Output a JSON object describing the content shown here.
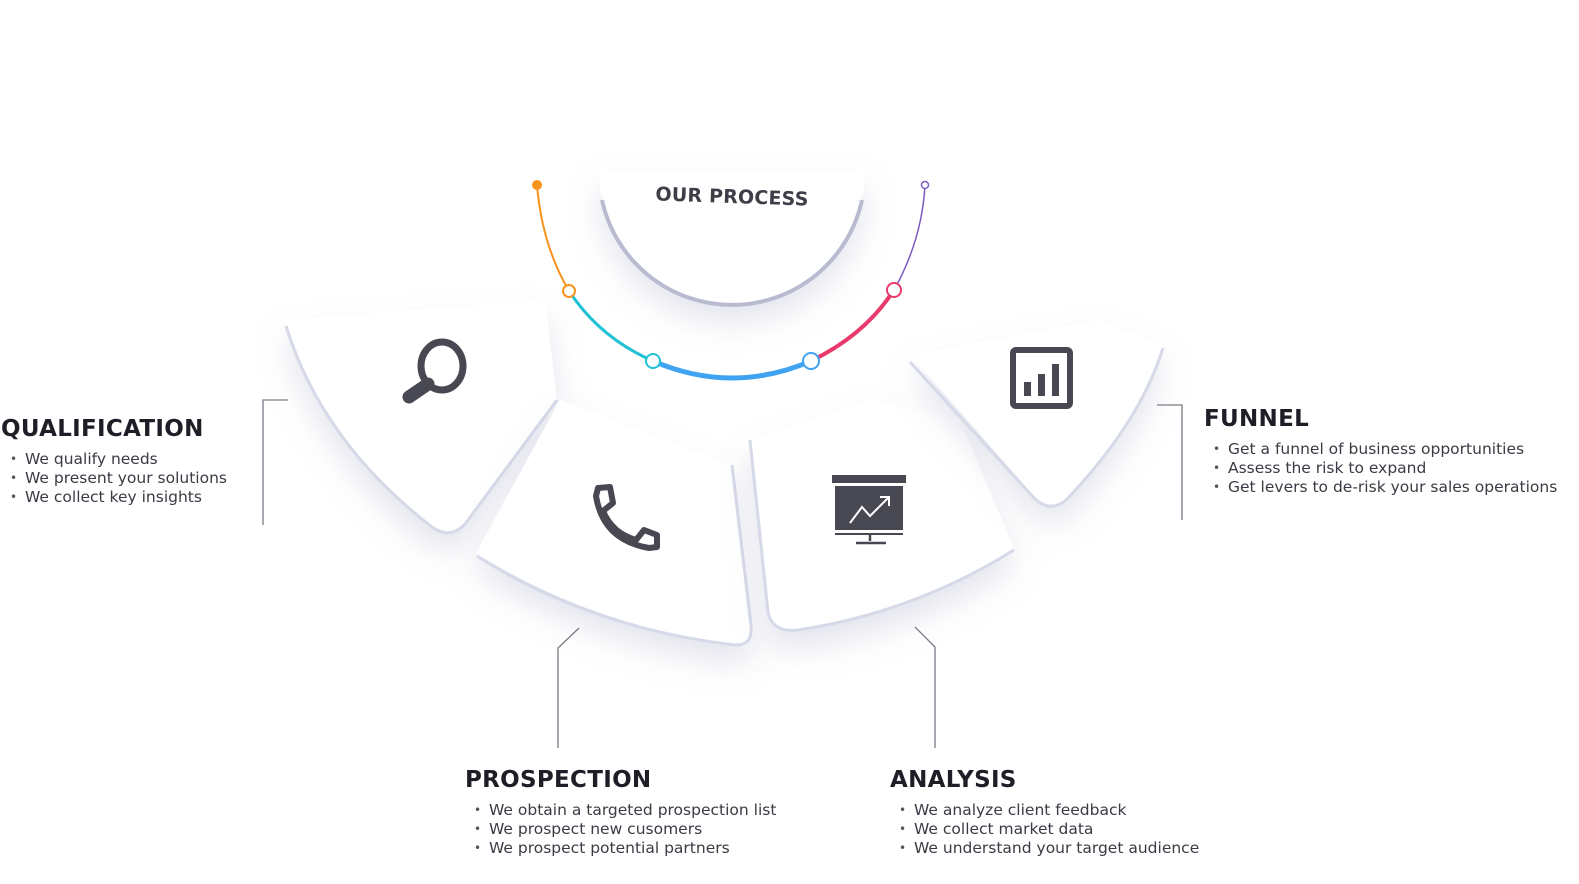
{
  "title": "OUR PROCESS",
  "colors": {
    "orange": "#f7931e",
    "cyan": "#1fc1d4",
    "blue": "#3fa3f2",
    "pink": "#ea3a6d",
    "purple": "#7a5bc0",
    "icon": "#474852"
  },
  "steps": [
    {
      "name": "QUALIFICATION",
      "icon": "magnifier-icon",
      "bullets": [
        "We qualify needs",
        "We present your solutions",
        "We collect key insights"
      ]
    },
    {
      "name": "PROSPECTION",
      "icon": "phone-icon",
      "bullets": [
        "We obtain a targeted prospection list",
        "We prospect new cusomers",
        "We prospect potential partners"
      ]
    },
    {
      "name": "ANALYSIS",
      "icon": "presentation-chart-icon",
      "bullets": [
        "We analyze client feedback",
        "We collect market data",
        "We understand your target audience"
      ]
    },
    {
      "name": "FUNNEL",
      "icon": "bar-chart-icon",
      "bullets": [
        "Get a funnel of business opportunities",
        "Assess the risk to expand",
        "Get levers to de-risk your sales operations"
      ]
    }
  ]
}
